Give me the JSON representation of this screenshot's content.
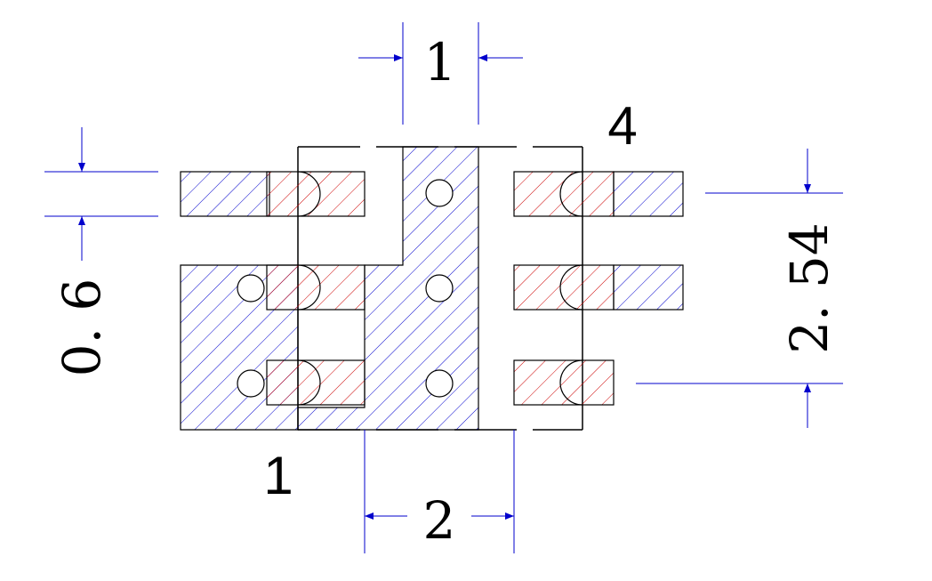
{
  "dimensions": {
    "pad_gap": "1",
    "pad_width": "0. 6",
    "row_pitch": "2. 54",
    "column_spacing": "2"
  },
  "pins": {
    "pin_first": "1",
    "pin_last": "4"
  },
  "colors": {
    "outline": "#000000",
    "blue_hatch": "#0000cc",
    "red_hatch": "#cc0000",
    "dimension": "#0000cc",
    "text": "#000000"
  }
}
